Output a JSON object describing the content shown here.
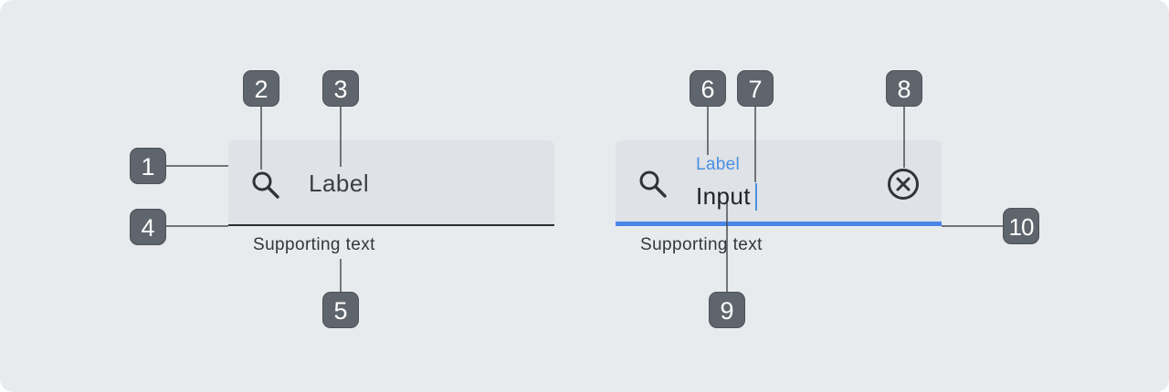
{
  "field_inactive": {
    "label": "Label",
    "supporting_text": "Supporting text",
    "leading_icon": "search-icon",
    "underline_color": "#2a2d31"
  },
  "field_active": {
    "label": "Label",
    "input": "Input",
    "supporting_text": "Supporting text",
    "leading_icon": "search-icon",
    "trailing_icon": "clear-circle-icon",
    "accent_color": "#4a90e2",
    "underline_color": "#4a86e8"
  },
  "callouts": [
    "1",
    "2",
    "3",
    "4",
    "5",
    "6",
    "7",
    "8",
    "9",
    "10"
  ],
  "colors": {
    "background": "#e8ebee",
    "container": "#dfe2e6",
    "badge": "#5f656c"
  }
}
